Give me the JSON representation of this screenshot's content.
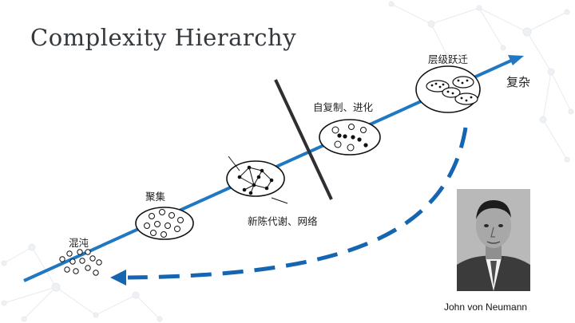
{
  "title": "Complexity  Hierarchy",
  "stages": {
    "chaos": "混沌",
    "aggregation": "聚集",
    "metabolism_network": "新陈代谢、网络",
    "replication_evolution": "自复制、进化",
    "hierarchy_leap": "层级跃迁"
  },
  "axis_label": "复杂",
  "person_caption": "John von Neumann",
  "colors": {
    "arrow": "#1f78c1",
    "dashed_arrow": "#1565b0",
    "title": "#33383d",
    "background_network": "#e3e8ee"
  }
}
